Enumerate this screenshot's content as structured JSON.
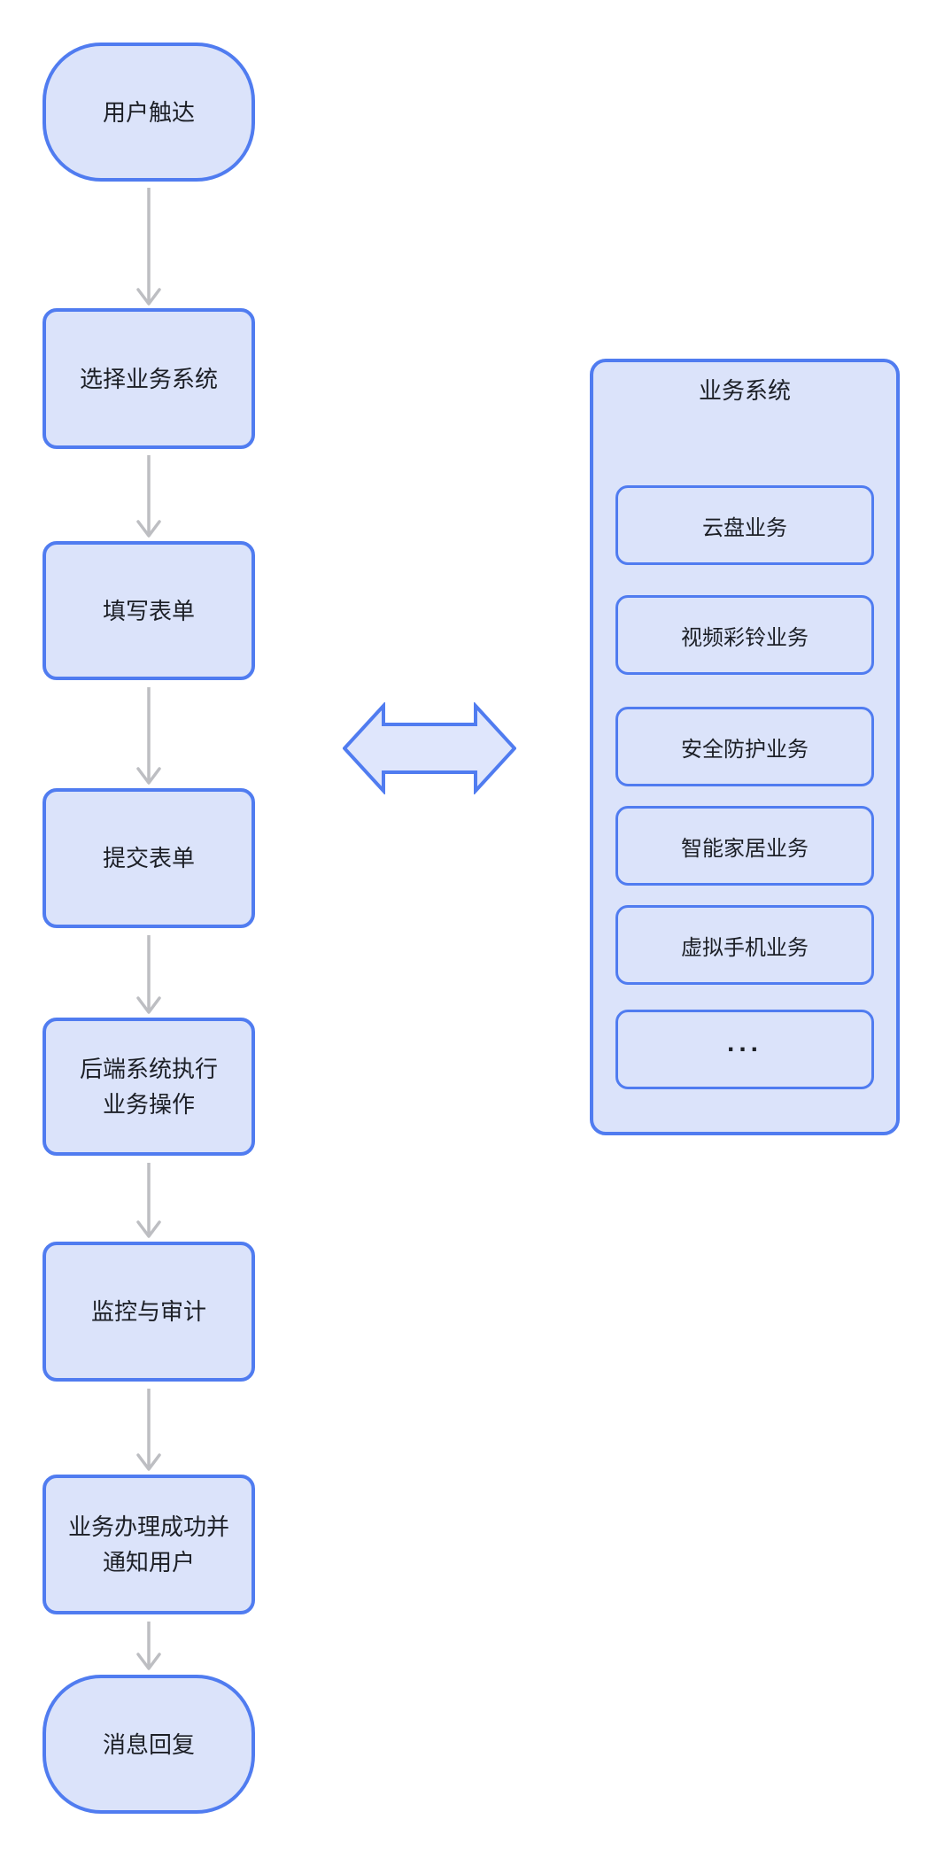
{
  "flow": {
    "nodes": [
      {
        "id": "start",
        "shape": "stadium",
        "label": "用户触达"
      },
      {
        "id": "select",
        "shape": "rect",
        "label": "选择业务系统"
      },
      {
        "id": "fill",
        "shape": "rect",
        "label": "填写表单"
      },
      {
        "id": "submit",
        "shape": "rect",
        "label": "提交表单"
      },
      {
        "id": "backend",
        "shape": "rect",
        "label": "后端系统执行\n业务操作"
      },
      {
        "id": "monitor",
        "shape": "rect",
        "label": "监控与审计"
      },
      {
        "id": "notify",
        "shape": "rect",
        "label": "业务办理成功并\n通知用户"
      },
      {
        "id": "end",
        "shape": "stadium",
        "label": "消息回复"
      }
    ]
  },
  "system_panel": {
    "title": "业务系统",
    "items": [
      {
        "label": "云盘业务"
      },
      {
        "label": "视频彩铃业务"
      },
      {
        "label": "安全防护业务"
      },
      {
        "label": "智能家居业务"
      },
      {
        "label": "虚拟手机业务"
      },
      {
        "label": "..."
      }
    ]
  },
  "icons": {
    "down_arrow": "down-arrow-icon",
    "double_arrow": "double-headed-arrow-icon"
  },
  "colors": {
    "node_border": "#507cf0",
    "node_fill": "#dbe3fa",
    "double_arrow_fill": "#dfe6fc",
    "arrow_gray": "#bdbec2",
    "text": "#1c1f26",
    "bg": "#ffffff"
  }
}
